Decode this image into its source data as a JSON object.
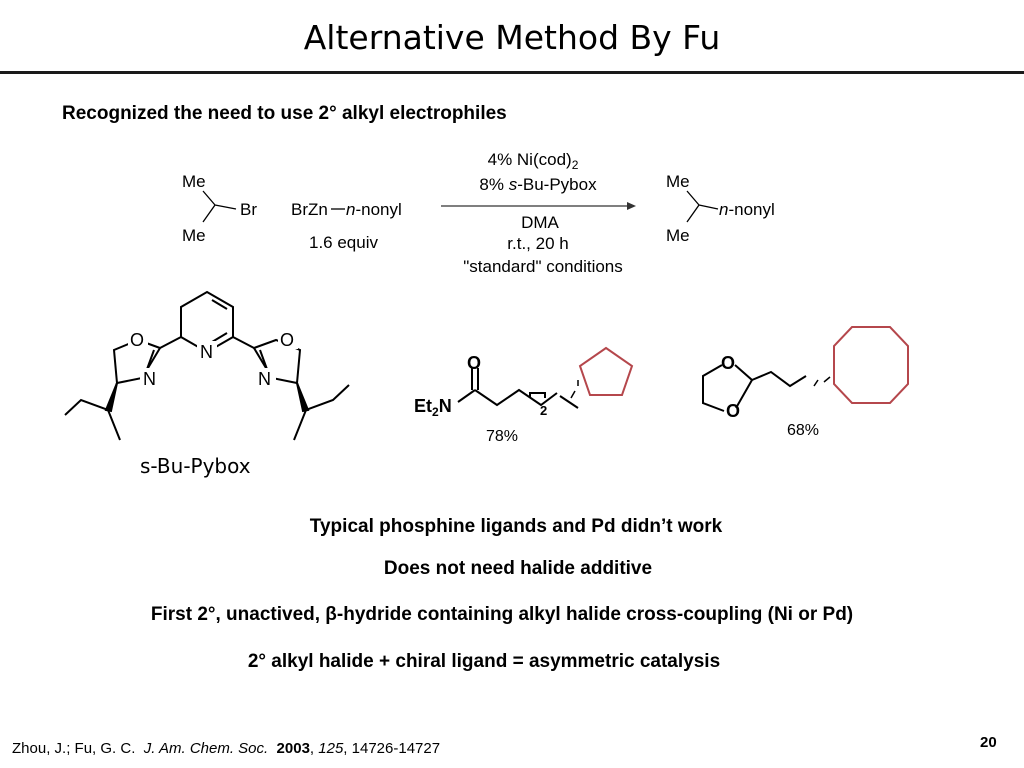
{
  "slide": {
    "title": "Alternative Method By Fu",
    "subheading": "Recognized the need to use 2° alkyl electrophiles",
    "page_number": "20"
  },
  "scheme": {
    "reactant1": {
      "me_top": "Me",
      "br": "Br",
      "me_bottom": "Me"
    },
    "reagent": {
      "brzn": "BrZn",
      "n": "n",
      "nonyl": "-nonyl",
      "equiv": "1.6 equiv"
    },
    "arrow_above": {
      "line1": "4% Ni(cod)",
      "line1_sub": "2",
      "line2_pre": "8% ",
      "line2_s": "s",
      "line2_post": "-Bu-Pybox"
    },
    "arrow_below": {
      "line1": "DMA",
      "line2": "r.t., 20 h",
      "line3": "\"standard\" conditions"
    },
    "product": {
      "me_top": "Me",
      "n": "n",
      "nonyl": "-nonyl",
      "me_bottom": "Me"
    }
  },
  "ligand": {
    "label": "s-Bu-Pybox",
    "atoms": {
      "o_left": "O",
      "n_left": "N",
      "n_pyridine": "N",
      "o_right": "O",
      "n_right": "N"
    }
  },
  "examples": [
    {
      "amide_o": "O",
      "amide_n": "Et",
      "amide_sub": "2",
      "amide_n2": "N",
      "chain_sub": "2",
      "yield": "78%"
    },
    {
      "o_top": "O",
      "o_bottom": "O",
      "yield": "68%"
    }
  ],
  "colors": {
    "ring_highlight": "#b5474c",
    "rule": "#1a1a1a"
  },
  "bullets": [
    "Typical phosphine ligands and Pd didn’t work",
    "Does not need halide additive",
    "First 2°, unactived, β-hydride containing alkyl halide cross-coupling (Ni or Pd)",
    "2° alkyl halide + chiral ligand = asymmetric catalysis"
  ],
  "citation": {
    "authors": "Zhou, J.; Fu, G. C.",
    "journal": "J. Am. Chem. Soc.",
    "year": "2003",
    "volume": "125",
    "pages": "14726-14727"
  }
}
